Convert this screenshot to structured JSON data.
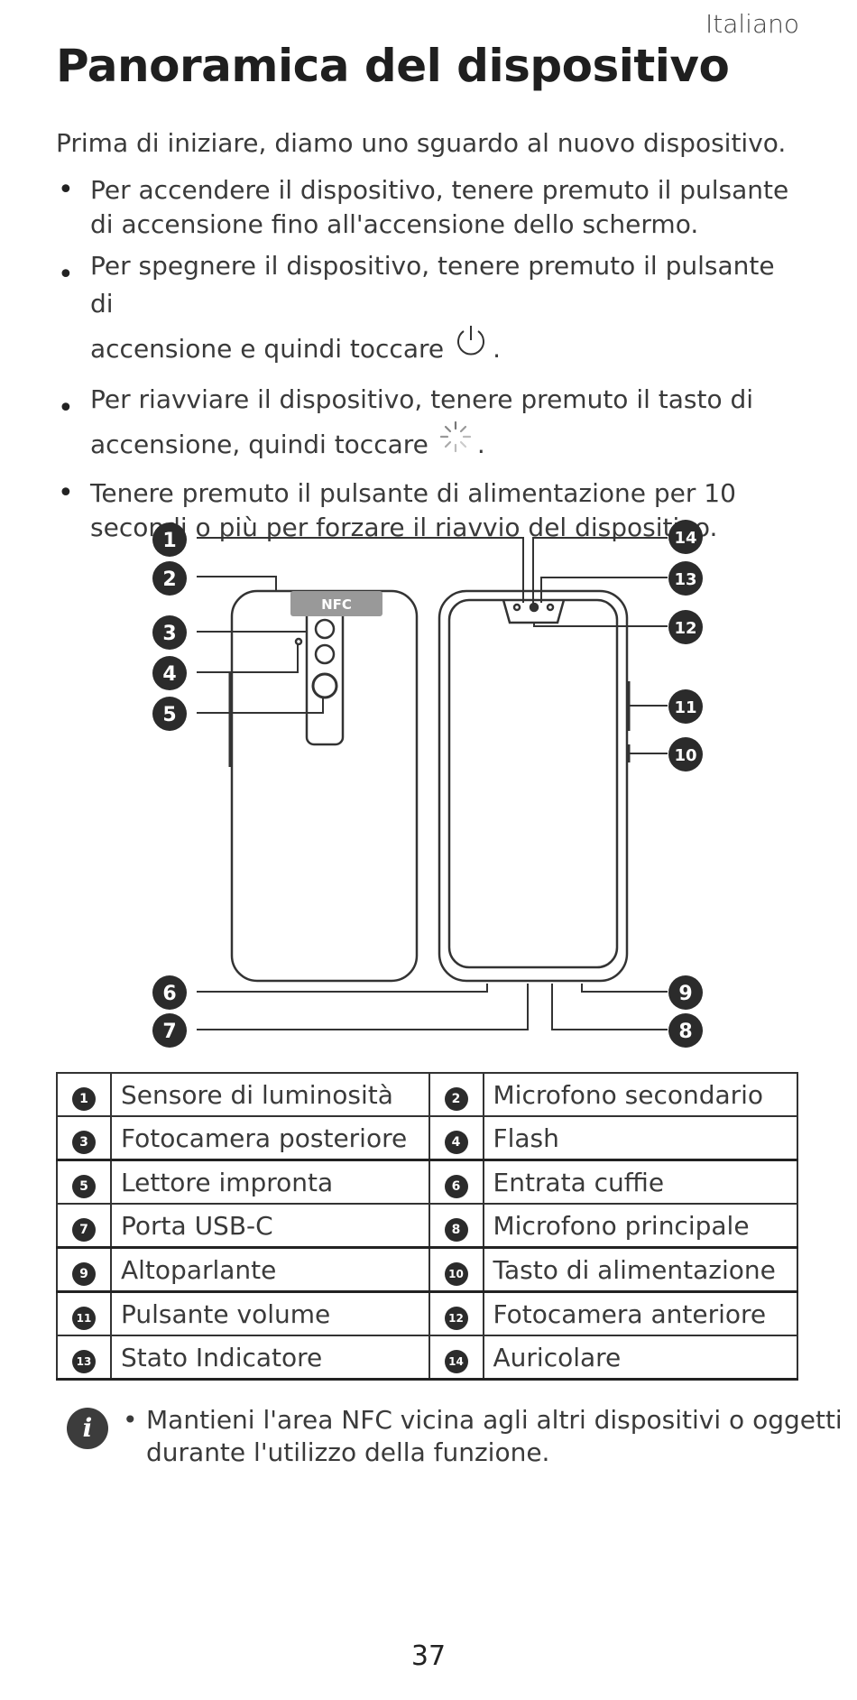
{
  "header": {
    "language": "Italiano"
  },
  "title": "Panoramica del dispositivo",
  "intro": "Prima di iniziare, diamo uno sguardo al nuovo dispositivo.",
  "bullets": [
    {
      "text": "Per accendere il dispositivo, tenere premuto il pulsante di accensione fino all'accensione dello schermo."
    },
    {
      "line1": "Per spegnere il dispositivo, tenere premuto il pulsante di",
      "line2": "accensione e quindi toccare",
      "icon": "power-icon",
      "after": "."
    },
    {
      "line1": "Per riavviare il dispositivo, tenere premuto il tasto di",
      "line2": "accensione, quindi toccare",
      "icon": "restart-icon",
      "after": "."
    },
    {
      "text": "Tenere premuto il pulsante di alimentazione per 10 secondi o più per forzare il riavvio del dispositivo."
    }
  ],
  "diagram": {
    "nfc_label": "NFC",
    "callouts": [
      "1",
      "2",
      "3",
      "4",
      "5",
      "6",
      "7",
      "8",
      "9",
      "10",
      "11",
      "12",
      "13",
      "14"
    ]
  },
  "legend": [
    {
      "n1": "1",
      "l1": "Sensore di luminosità",
      "n2": "2",
      "l2": "Microfono secondario"
    },
    {
      "n1": "3",
      "l1": "Fotocamera posteriore",
      "n2": "4",
      "l2": "Flash"
    },
    {
      "n1": "5",
      "l1": "Lettore impronta",
      "n2": "6",
      "l2": "Entrata cuffie"
    },
    {
      "n1": "7",
      "l1": "Porta USB-C",
      "n2": "8",
      "l2": "Microfono principale"
    },
    {
      "n1": "9",
      "l1": "Altoparlante",
      "n2": "10",
      "l2": "Tasto di alimentazione"
    },
    {
      "n1": "11",
      "l1": "Pulsante volume",
      "n2": "12",
      "l2": "Fotocamera anteriore"
    },
    {
      "n1": "13",
      "l1": "Stato Indicatore",
      "n2": "14",
      "l2": "Auricolare"
    }
  ],
  "note": {
    "icon": "info-icon",
    "text": "Mantieni l'area NFC vicina agli altri dispositivi o oggetti durante l'utilizzo della funzione."
  },
  "page_number": "37"
}
